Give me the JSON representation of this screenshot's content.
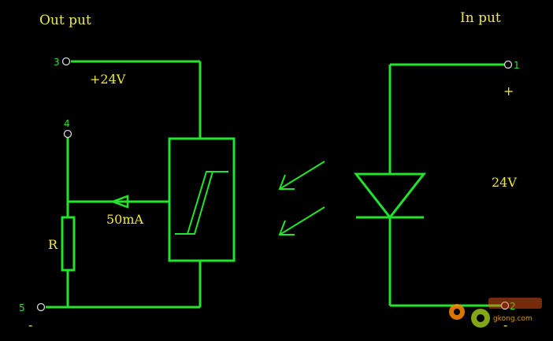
{
  "labels": {
    "output_title": "Out put",
    "input_title": "In put",
    "supply_voltage": "+24V",
    "current": "50mA",
    "resistor": "R",
    "input_voltage": "24V",
    "plus_sign": "+",
    "minus_output": "-",
    "minus_input": "-"
  },
  "pins": {
    "pin3": "3",
    "pin4": "4",
    "pin5": "5",
    "pin1": "1",
    "pin2": "2"
  },
  "watermark": {
    "domain": "gkong.com"
  },
  "colors": {
    "wire": "#22e42c",
    "label": "#f0ea3a",
    "background": "#000000"
  }
}
